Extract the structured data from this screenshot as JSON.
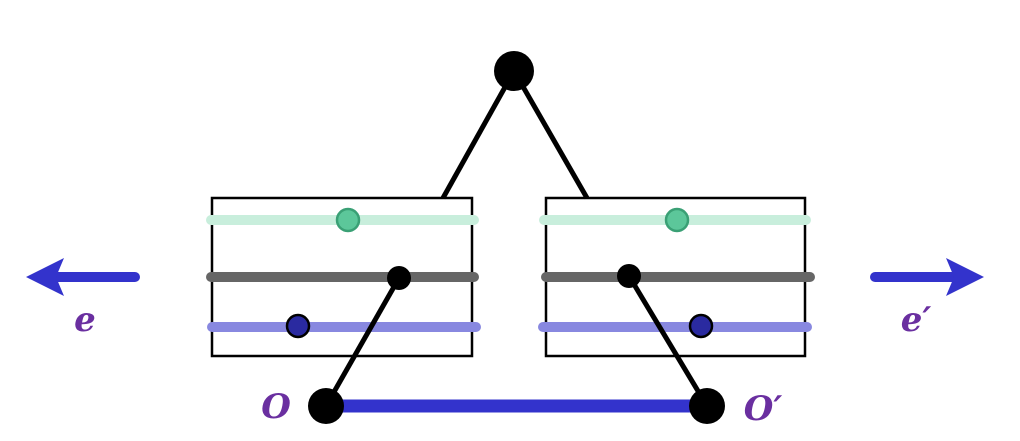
{
  "labels": {
    "left_arrow": "e",
    "right_arrow": "e′",
    "left_vertex": "O",
    "right_vertex": "O′"
  },
  "colors": {
    "arrow": "#3333cc",
    "base_edge": "#3333cc",
    "label": "#6a2fa0",
    "top_line": "#c8eedc",
    "middle_line": "#666666",
    "bottom_line": "#8888e0",
    "top_dot": "#5cc79a",
    "bottom_dot": "#2a2aa0",
    "node": "#000000"
  }
}
